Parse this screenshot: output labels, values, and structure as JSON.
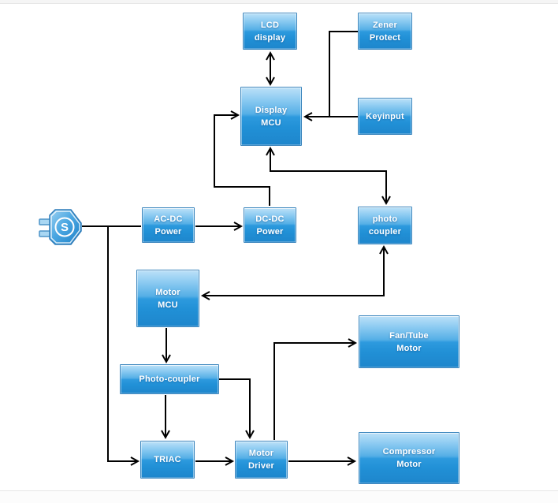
{
  "diagram": {
    "type": "block-diagram",
    "description_visible": false
  },
  "nodes": {
    "lcd": {
      "label": "LCD\ndisplay"
    },
    "zener": {
      "label": "Zener\nProtect"
    },
    "display_mcu": {
      "label": "Display\nMCU"
    },
    "keyinput": {
      "label": "Keyinput"
    },
    "acdc": {
      "label": "AC-DC\nPower"
    },
    "dcdc": {
      "label": "DC-DC\nPower"
    },
    "photo_coupler": {
      "label": "photo\ncoupler"
    },
    "motor_mcu": {
      "label": "Motor\nMCU"
    },
    "photo_coupler_2": {
      "label": "Photo-coupler"
    },
    "triac": {
      "label": "TRIAC"
    },
    "motor_driver": {
      "label": "Motor\nDriver"
    },
    "fan_tube_motor": {
      "label": "Fan/Tube\nMotor"
    },
    "compressor_motor": {
      "label": "Compressor\nMotor"
    }
  },
  "plug": {
    "letter": "S"
  },
  "colors": {
    "box_border": "#3a85bd",
    "box_gradient_top": "#bce1f8",
    "box_gradient_upper": "#55afe6",
    "box_gradient_lower": "#2d9ade",
    "box_gradient_bottom": "#1e86cc",
    "label_text": "#ffffff",
    "connector": "#000000",
    "top_strip": "#f5f5f5",
    "divider": "#e6e6e6"
  }
}
